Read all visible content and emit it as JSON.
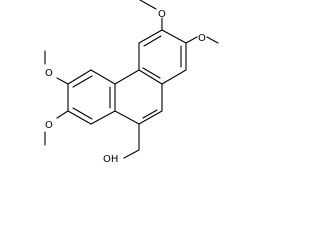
{
  "molecule": {
    "atom_labels": {
      "o1": "O",
      "o2": "O",
      "o3": "O",
      "o4": "O",
      "hydroxyl": "OH"
    }
  }
}
